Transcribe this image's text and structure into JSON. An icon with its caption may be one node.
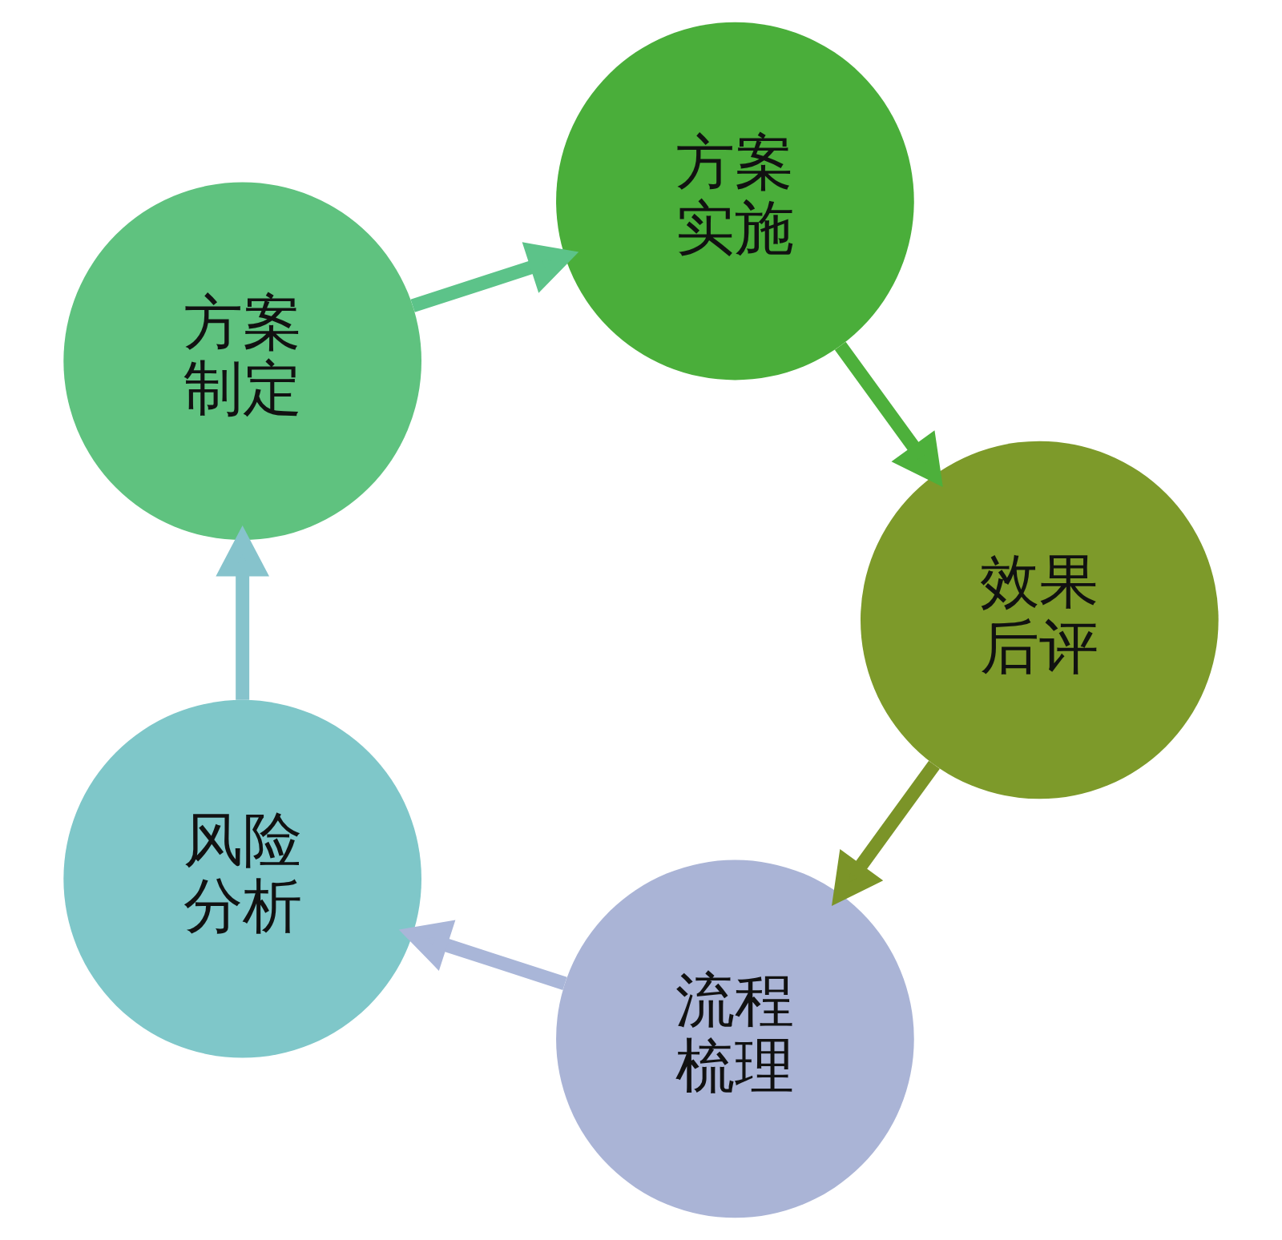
{
  "diagram": {
    "nodes": [
      {
        "text": [
          "流程梳理"
        ]
      },
      {
        "text": [
          "风险分析"
        ]
      },
      {
        "text": [
          "方案制定"
        ]
      },
      {
        "text": [
          "方案实施"
        ]
      },
      {
        "text": [
          "效果后评"
        ]
      }
    ],
    "edges": [
      {
        "from": 0,
        "to": 1,
        "arrow": "to",
        "color": "#a9b6d8"
      },
      {
        "from": 1,
        "to": 2,
        "arrow": "to",
        "color": "#86c3cc"
      },
      {
        "from": 2,
        "to": 3,
        "arrow": "to",
        "color": "#5cc389"
      },
      {
        "from": 3,
        "to": 4,
        "arrow": "to",
        "color": "#4db03b"
      },
      {
        "from": 4,
        "to": 0,
        "arrow": "to",
        "color": "#7b9428"
      }
    ]
  }
}
